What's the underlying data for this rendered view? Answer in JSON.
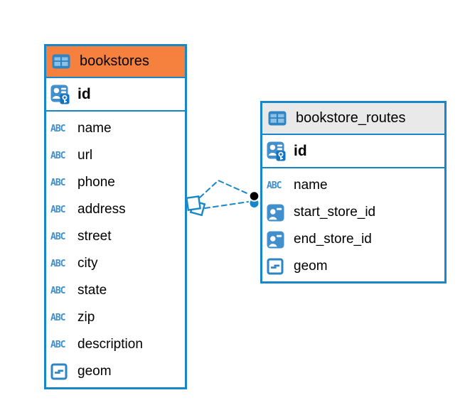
{
  "app": {
    "type": "database-entity-relationship-diagram"
  },
  "colors": {
    "canvas_bg": "#ffffff",
    "table_border": "#1787C9",
    "bookstores_header_bg": "#F6803E",
    "routes_header_bg": "#E9E9E9",
    "icon_fill_blue": "#4190CD",
    "icon_badge_blue": "#1173BF",
    "icon_cell_blue": "#8FC0E4",
    "icon_outline_blue": "#2E85C6",
    "abc_text_blue": "#3E8ECB",
    "text_color": "#000000",
    "relationship_line": "#1787C9",
    "relationship_dot": "#000000"
  },
  "icons": {
    "text_type_glyph": "ABC"
  },
  "tables": [
    {
      "name": "bookstores",
      "header_icon": "table-icon",
      "header_bg": "#F6803E",
      "primary_key": {
        "name": "id",
        "icon": "primary-key-icon"
      },
      "columns": [
        {
          "name": "name",
          "icon": "text-type-icon"
        },
        {
          "name": "url",
          "icon": "text-type-icon"
        },
        {
          "name": "phone",
          "icon": "text-type-icon"
        },
        {
          "name": "address",
          "icon": "text-type-icon"
        },
        {
          "name": "street",
          "icon": "text-type-icon"
        },
        {
          "name": "city",
          "icon": "text-type-icon"
        },
        {
          "name": "state",
          "icon": "text-type-icon"
        },
        {
          "name": "zip",
          "icon": "text-type-icon"
        },
        {
          "name": "description",
          "icon": "text-type-icon"
        },
        {
          "name": "geom",
          "icon": "geometry-type-icon"
        }
      ]
    },
    {
      "name": "bookstore_routes",
      "header_icon": "table-icon",
      "header_bg": "#E9E9E9",
      "primary_key": {
        "name": "id",
        "icon": "primary-key-icon"
      },
      "columns": [
        {
          "name": "name",
          "icon": "text-type-icon"
        },
        {
          "name": "start_store_id",
          "icon": "foreign-key-icon"
        },
        {
          "name": "end_store_id",
          "icon": "foreign-key-icon"
        },
        {
          "name": "geom",
          "icon": "geometry-type-icon"
        }
      ]
    }
  ],
  "relationship": {
    "from_table": "bookstores",
    "to_table": "bookstore_routes",
    "line_style": "dashed",
    "color": "#1787C9"
  }
}
